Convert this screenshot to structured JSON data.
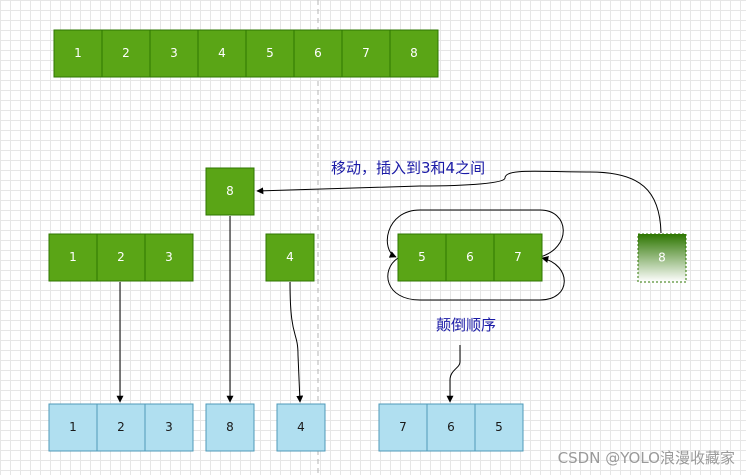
{
  "top_row": [
    "1",
    "2",
    "3",
    "4",
    "5",
    "6",
    "7",
    "8"
  ],
  "moved_box": "8",
  "left_group": [
    "1",
    "2",
    "3"
  ],
  "single_four": "4",
  "middle_group": [
    "5",
    "6",
    "7"
  ],
  "source_box": "8",
  "bottom_left": [
    "1",
    "2",
    "3"
  ],
  "bottom_eight": "8",
  "bottom_four": "4",
  "bottom_right": [
    "7",
    "6",
    "5"
  ],
  "labels": {
    "move": "移动，插入到3和4之间",
    "reverse": "颠倒顺序"
  },
  "watermark": "CSDN @YOLO浪漫收藏家",
  "colors": {
    "green_fill": "#5aa516",
    "green_stroke": "#2d7600",
    "blue_fill": "#b0dff0",
    "blue_stroke": "#4f9ab8",
    "label": "#1a1aa6"
  }
}
